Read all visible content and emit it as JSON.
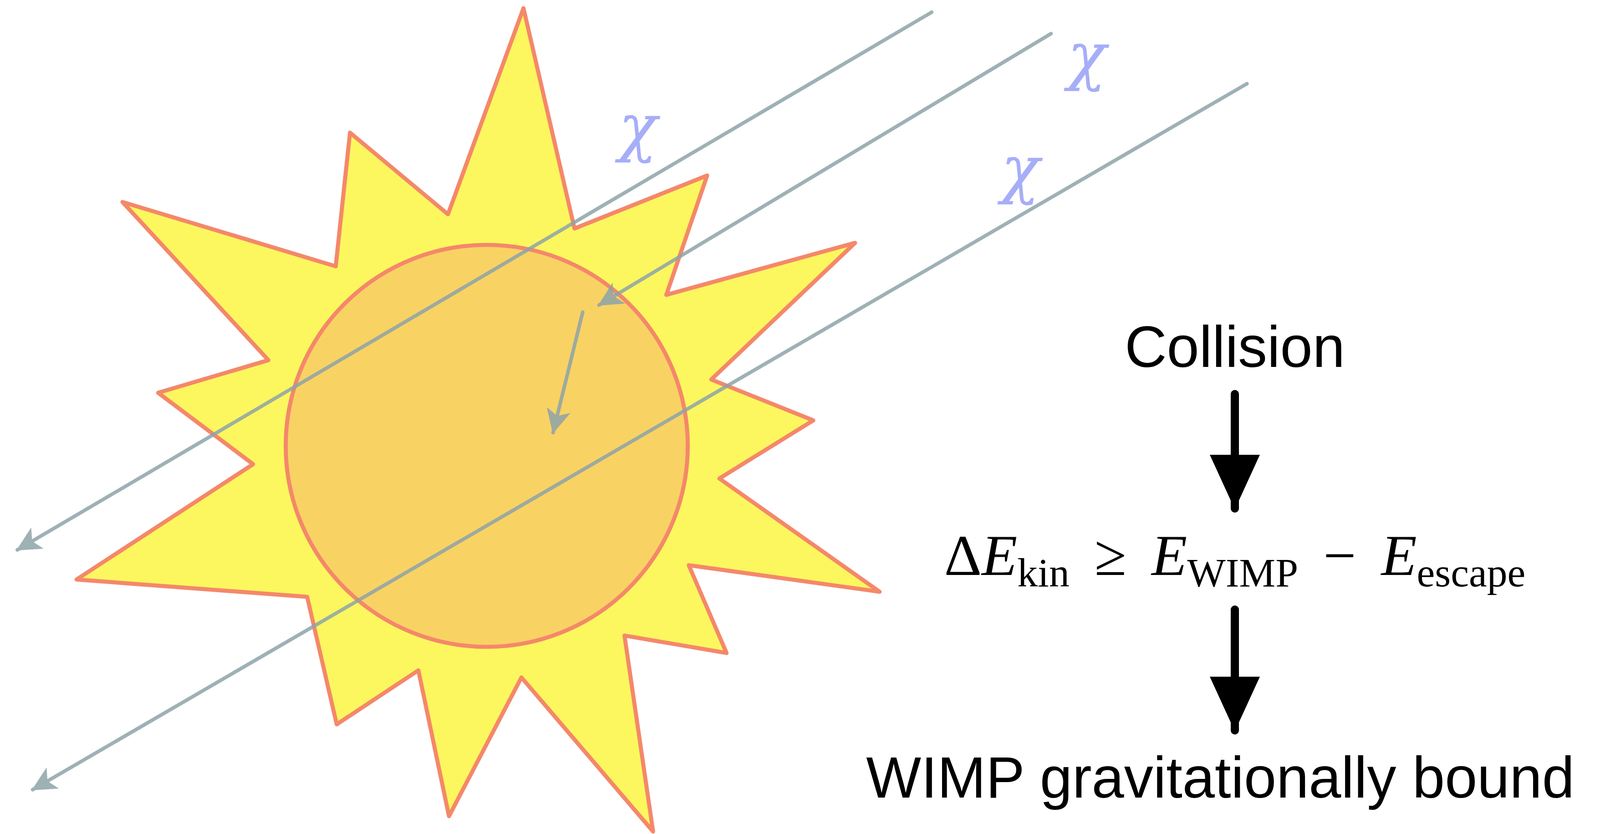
{
  "diagram": {
    "nodes": [
      {
        "text": [
          "Collision"
        ]
      },
      {
        "text": [
          "ΔEkin ≥ EWIMP − Eescape"
        ]
      },
      {
        "text": [
          "WIMP gravitationally bound"
        ]
      }
    ],
    "edges": [
      {
        "from": 0,
        "to": 1,
        "arrow": "to"
      },
      {
        "from": 1,
        "to": 2,
        "arrow": "to"
      }
    ],
    "labels": [
      "χ",
      "χ",
      "χ"
    ]
  }
}
